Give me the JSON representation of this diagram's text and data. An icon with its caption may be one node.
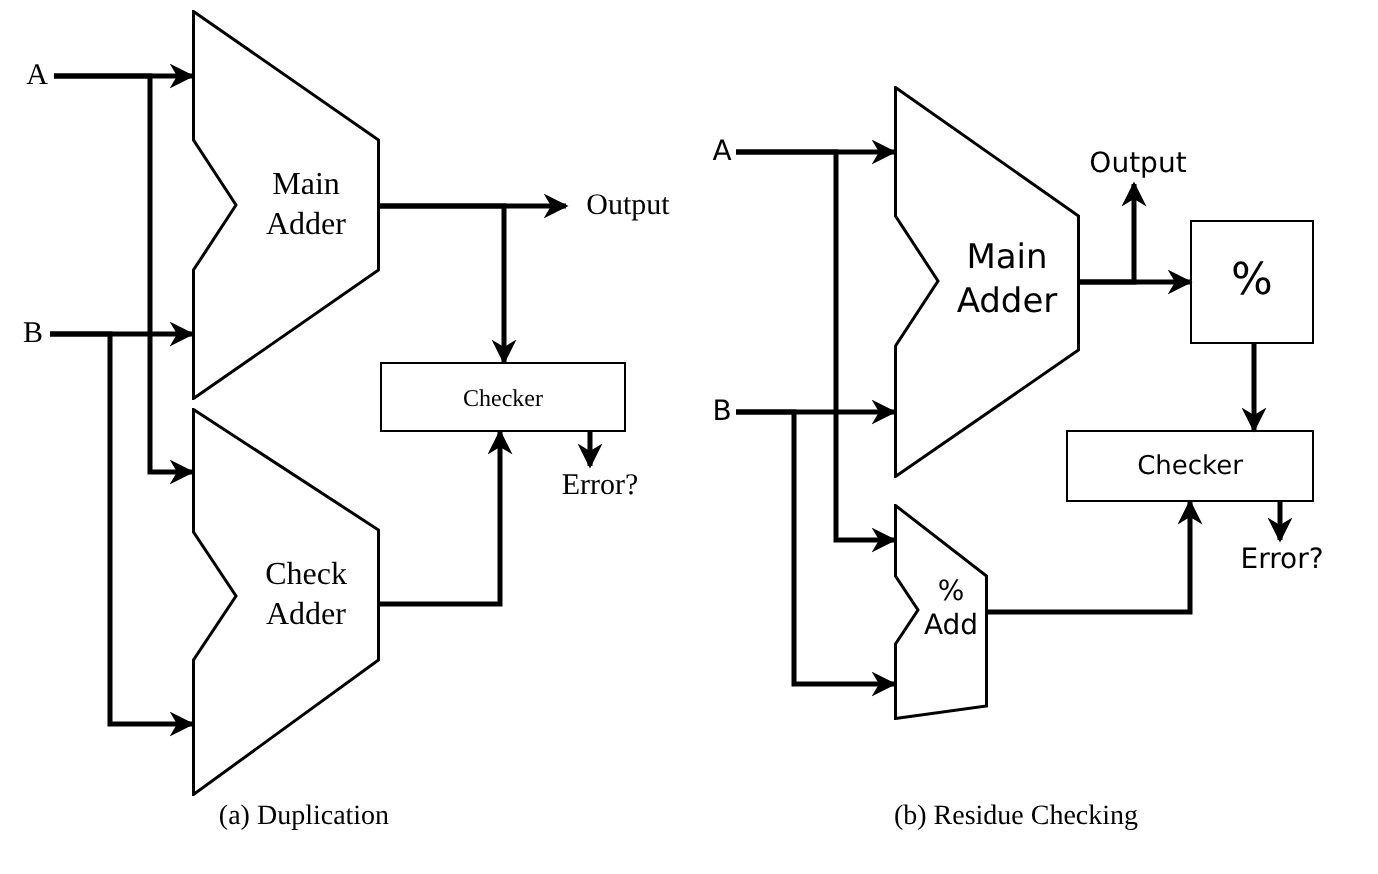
{
  "diagram": {
    "nodes": [
      {
        "text": [
          "A"
        ]
      },
      {
        "text": [
          "B"
        ]
      },
      {
        "text": [
          "Main Adder"
        ]
      },
      {
        "text": [
          "Output"
        ]
      },
      {
        "text": [
          "Checker"
        ]
      },
      {
        "text": [
          "Error?"
        ]
      },
      {
        "text": [
          "Check Adder"
        ]
      },
      {
        "text": [
          "A"
        ]
      },
      {
        "text": [
          "B"
        ]
      },
      {
        "text": [
          "Main Adder"
        ]
      },
      {
        "text": [
          "Output"
        ]
      },
      {
        "text": [
          "%"
        ]
      },
      {
        "text": [
          "Checker"
        ]
      },
      {
        "text": [
          "Error?"
        ]
      },
      {
        "text": [
          "% Add"
        ]
      }
    ],
    "edges": [
      {
        "from": 0,
        "to": 2,
        "arrow": "to"
      },
      {
        "from": 0,
        "to": 6,
        "arrow": "to"
      },
      {
        "from": 1,
        "to": 2,
        "arrow": "to"
      },
      {
        "from": 1,
        "to": 6,
        "arrow": "to"
      },
      {
        "from": 2,
        "to": 3,
        "arrow": "to"
      },
      {
        "from": 2,
        "to": 4,
        "arrow": "to"
      },
      {
        "from": 6,
        "to": 4,
        "arrow": "to"
      },
      {
        "from": 4,
        "to": 5,
        "arrow": "to"
      },
      {
        "from": 7,
        "to": 9,
        "arrow": "to"
      },
      {
        "from": 7,
        "to": 14,
        "arrow": "to"
      },
      {
        "from": 8,
        "to": 9,
        "arrow": "to"
      },
      {
        "from": 8,
        "to": 14,
        "arrow": "to"
      },
      {
        "from": 9,
        "to": 10,
        "arrow": "to"
      },
      {
        "from": 9,
        "to": 11,
        "arrow": "to"
      },
      {
        "from": 11,
        "to": 12,
        "arrow": "to"
      },
      {
        "from": 14,
        "to": 12,
        "arrow": "to"
      },
      {
        "from": 12,
        "to": 13,
        "arrow": "to"
      }
    ],
    "labels": [
      "(a) Duplication",
      "(b) Residue Checking"
    ]
  }
}
